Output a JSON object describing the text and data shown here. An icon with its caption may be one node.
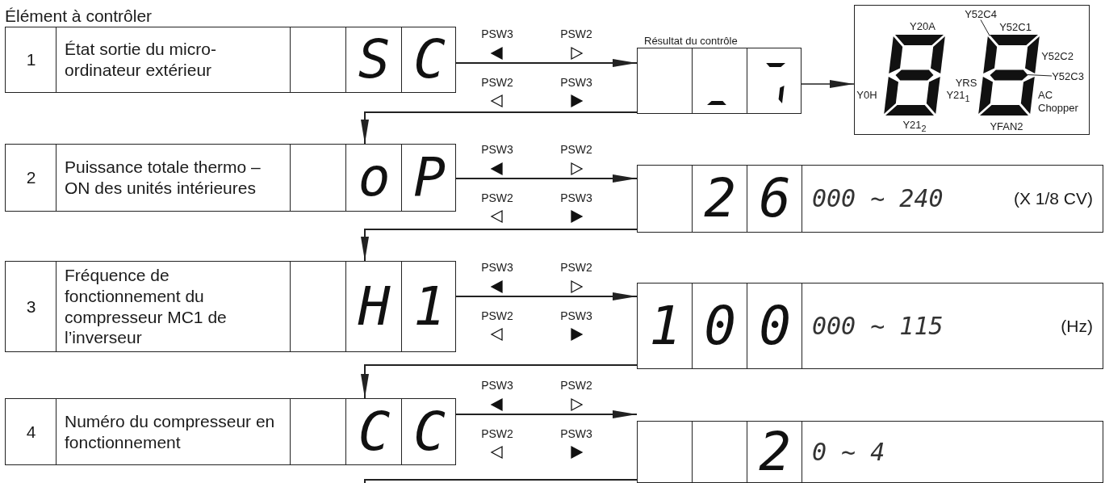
{
  "diagram": {
    "nodes": [
      {
        "text": [
          "1",
          "État sortie du micro-ordinateur extérieur",
          "S",
          "C"
        ]
      },
      {
        "text": [
          "Résultat du contrôle"
        ]
      },
      {
        "text": [
          "Y20A",
          "Y52C1",
          "Y52C2",
          "YRS",
          "Y0H",
          "Y21$_{1}$",
          "AC Chopper",
          "Y21$_{2}$",
          "YFAN2"
        ]
      },
      {
        "text": [
          "Y52C4"
        ],
        "in": 2
      },
      {
        "text": [
          "Y52C3"
        ],
        "in": 2
      },
      {
        "text": [],
        "shape": "bar",
        "in": 2
      },
      {
        "text": [],
        "shape": "bar",
        "in": 2
      },
      {
        "text": [
          "2",
          "Puissance totale thermo – ON des unités intérieures",
          "o",
          "P"
        ]
      },
      {
        "text": [
          "2",
          "6",
          "000 ~ 240",
          "(X 1/8 CV)"
        ]
      },
      {
        "text": [
          "3",
          "Fréquence de fonctionnement du compresseur MC1 de l’inverseur",
          "H",
          "1"
        ]
      },
      {
        "text": [
          "1",
          "0",
          "0",
          "000 ~ 115",
          "(Hz)"
        ]
      },
      {
        "text": [
          "4",
          "Numéro du compresseur en fonctionnement",
          "C",
          "C"
        ]
      },
      {
        "text": [
          "2",
          "0 ~ 4"
        ]
      }
    ],
    "edges": [
      {
        "from": 0,
        "to": 1,
        "arrow": "to"
      },
      {
        "from": 1,
        "to": 7,
        "arrow": "to"
      },
      {
        "from": 1,
        "to": 2,
        "arrow": "to"
      },
      {
        "from": 3,
        "to": 5,
        "arrow": "none"
      },
      {
        "from": 4,
        "to": 6,
        "arrow": "none"
      },
      {
        "from": 7,
        "to": 8,
        "arrow": "to"
      },
      {
        "from": 8,
        "to": 9,
        "arrow": "to"
      },
      {
        "from": 9,
        "to": 10,
        "arrow": "to"
      },
      {
        "from": 10,
        "to": 11,
        "arrow": "to"
      },
      {
        "from": 11,
        "to": 12,
        "arrow": "to"
      },
      {
        "from": 12,
        "to": null,
        "arrow": "none"
      }
    ],
    "labels": [
      "Élément à contrôler",
      "PSW3",
      "PSW2",
      "PSW2",
      "PSW3",
      "PSW3",
      "PSW2",
      "PSW2",
      "PSW3",
      "PSW3",
      "PSW2",
      "PSW2",
      "PSW3",
      "PSW3",
      "PSW2",
      "PSW2",
      "PSW3"
    ]
  }
}
